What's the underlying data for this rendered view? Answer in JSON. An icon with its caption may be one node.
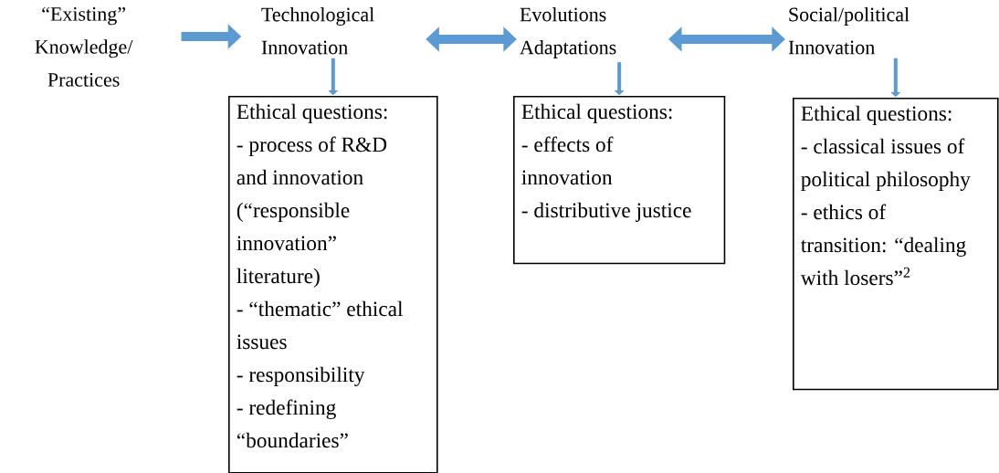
{
  "diagram": {
    "nodes": [
      {
        "text": [
          "“Existing” Knowledge/ Practices"
        ]
      },
      {
        "text": [
          "Technological Innovation"
        ]
      },
      {
        "text": [
          "Evolutions Adaptations"
        ]
      },
      {
        "text": [
          "Social/political Innovation"
        ]
      },
      {
        "text": [
          "Ethical questions:",
          "- process of R&D and innovation (“responsible innovation” literature)",
          "- “thematic” ethical issues",
          "- responsibility",
          "- redefining “boundaries”"
        ]
      },
      {
        "text": [
          "Ethical questions:",
          "- effects of innovation",
          "- distributive justice"
        ]
      },
      {
        "text": [
          "Ethical questions:",
          "- classical issues of political philosophy",
          "- ethics of transition: “dealing with losers”$^{2}$"
        ]
      }
    ],
    "edges": [
      {
        "from": 0,
        "to": 1,
        "arrow": "to",
        "style": "thick"
      },
      {
        "from": 1,
        "to": 2,
        "arrow": "both",
        "style": "thick"
      },
      {
        "from": 2,
        "to": 3,
        "arrow": "both",
        "style": "thick"
      },
      {
        "from": 1,
        "to": 4,
        "arrow": "to"
      },
      {
        "from": 2,
        "to": 5,
        "arrow": "to"
      },
      {
        "from": 3,
        "to": 6,
        "arrow": "to"
      }
    ]
  }
}
